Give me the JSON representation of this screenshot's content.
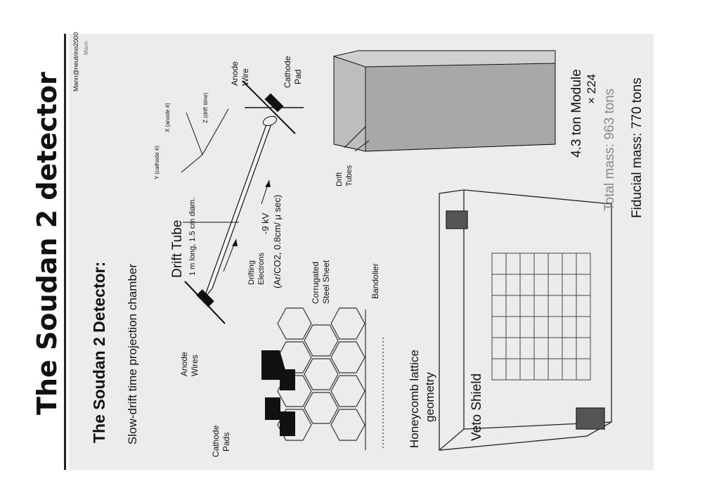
{
  "title": "The Soudan 2 detector",
  "stamp": "Mann@neutrino2000",
  "stamp_small": "Mann",
  "panel": {
    "heading": "The Soudan 2 Detector:",
    "subtitle": "Slow-drift time projection chamber",
    "drift_tube": {
      "title": "Drift Tube",
      "dims": "1 m long, 1.5 cm diam.",
      "drifting_electrons": [
        "Drifting",
        "Electrons"
      ],
      "voltage": "-9 kV",
      "gas": "(Ar/CO2, 0.8cm/ μ sec)",
      "axes": {
        "y": "Y (cathode #)",
        "x": "X (anode #)",
        "z": "Z (drift time)"
      },
      "anode_wire": [
        "Anode",
        "Wire"
      ],
      "cathode_pad": [
        "Cathode",
        "Pad"
      ]
    },
    "honeycomb": {
      "anode_wires": [
        "Anode",
        "Wires"
      ],
      "cathode_pads": [
        "Cathode",
        "Pads"
      ],
      "corrugated": [
        "Corrugated",
        "Steel Sheet"
      ],
      "bandolier": "Bandolier",
      "caption": [
        "Honeycomb lattice",
        "geometry"
      ]
    },
    "module": {
      "drift_tubes": [
        "Drift",
        "Tubes"
      ],
      "caption": "4.3 ton Module",
      "multiplier": "× 224"
    },
    "veto_shield": "Veto Shield",
    "total_mass": "Total mass: 963 tons",
    "fiducial_mass": "Fiducial mass: 770 tons"
  },
  "colors": {
    "background": "#ffffff",
    "scan": "#ececec",
    "ink": "#111111",
    "gray_text": "#888888"
  }
}
